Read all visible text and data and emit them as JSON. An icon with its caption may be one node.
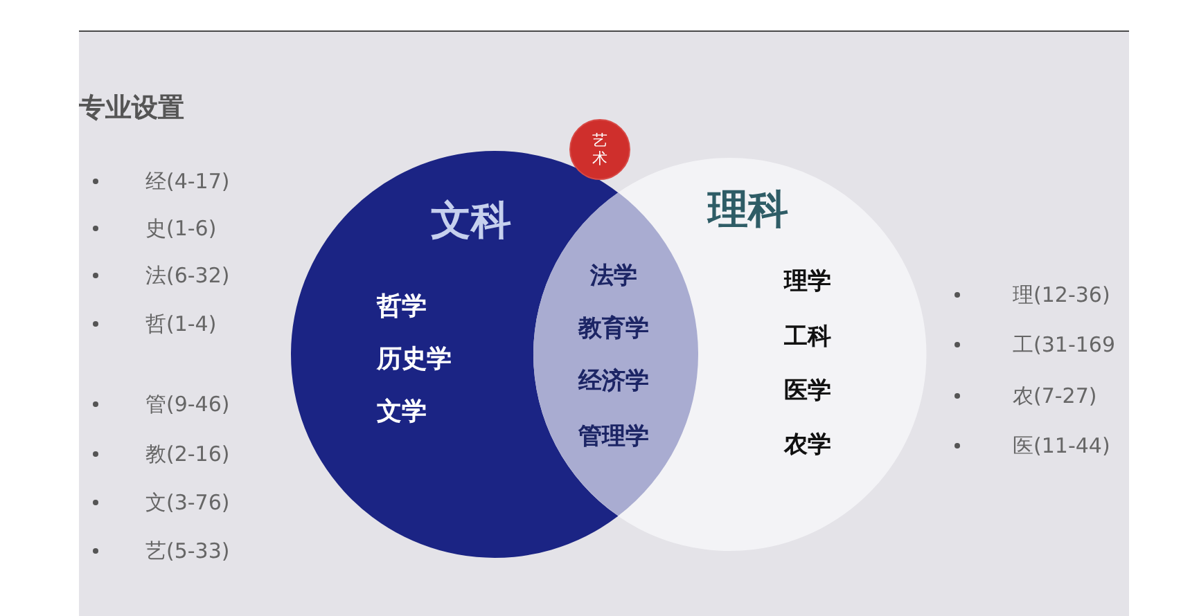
{
  "diagram": {
    "title": "专业设置",
    "nodes": [
      {
        "text": [
          "艺术"
        ]
      },
      {
        "text": [
          "文科",
          "哲学",
          "历史学",
          "文学"
        ]
      },
      {
        "text": [
          "法学",
          "教育学",
          "经济学",
          "管理学"
        ]
      },
      {
        "text": [
          "理科",
          "理学",
          "工科",
          "医学",
          "农学"
        ]
      }
    ],
    "labels": [
      "经(4-17)",
      "史(1-6)",
      "法(6-32)",
      "哲(1-4)",
      "管(9-46)",
      "教(2-16)",
      "文(3-76)",
      "艺(5-33)",
      "理(12-36)",
      "工(31-169",
      "农(7-27)",
      "医(11-44)"
    ]
  }
}
